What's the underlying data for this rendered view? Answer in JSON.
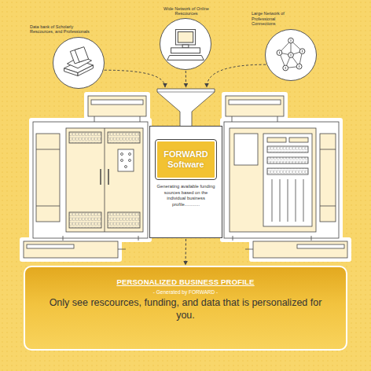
{
  "diagram": {
    "nodes": [
      {
        "text": [
          "Data bank of Scholarly Rescources, and Professionals"
        ]
      },
      {
        "text": [
          "Wide Network of Online Rescources"
        ]
      },
      {
        "text": [
          "Large Network of Professional Connections"
        ]
      },
      {
        "text": [
          "Generating available funding sources based on the individual business profile............"
        ]
      },
      {
        "text": [
          "FORWARD Software"
        ],
        "in": 3
      },
      {
        "text": [
          "PERSONALIZED BUSINESS PROFILE",
          "- Generated by FORWARD -",
          "Only see rescources, funding, and data that is personalized for you."
        ]
      }
    ],
    "edges": [
      {
        "from": 0,
        "to": 3,
        "arrow": "to"
      },
      {
        "from": 1,
        "to": 3,
        "arrow": "to"
      },
      {
        "from": 2,
        "to": 3,
        "arrow": "to"
      },
      {
        "from": 3,
        "to": 5,
        "arrow": "to"
      }
    ]
  }
}
